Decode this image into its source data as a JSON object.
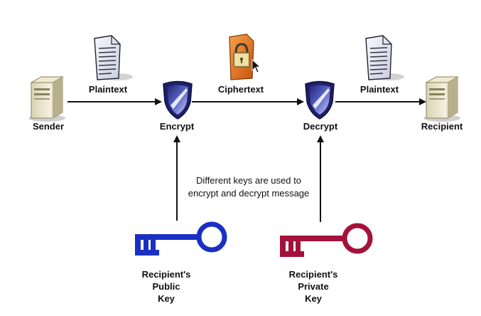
{
  "nodes": {
    "sender": "Sender",
    "encrypt": "Encrypt",
    "decrypt": "Decrypt",
    "recipient": "Recipient"
  },
  "edges": {
    "plaintext_in": "Plaintext",
    "ciphertext": "Ciphertext",
    "plaintext_out": "Plaintext"
  },
  "note": {
    "line1": "Different keys are used to",
    "line2": "encrypt and decrypt message"
  },
  "keys": {
    "public": {
      "line1": "Recipient's",
      "line2": "Public",
      "line3": "Key"
    },
    "private": {
      "line1": "Recipient's",
      "line2": "Private",
      "line3": "Key"
    }
  },
  "icons": {
    "server": "server-icon",
    "document": "document-icon",
    "lock": "lock-document-icon",
    "shield": "shield-icon",
    "public_key": "blue-key-icon",
    "private_key": "red-key-icon"
  },
  "colors": {
    "public_key": "#1a2fc4",
    "private_key": "#a3123a",
    "shield": "#3a3fa8",
    "lock_folder": "#e8731c"
  }
}
